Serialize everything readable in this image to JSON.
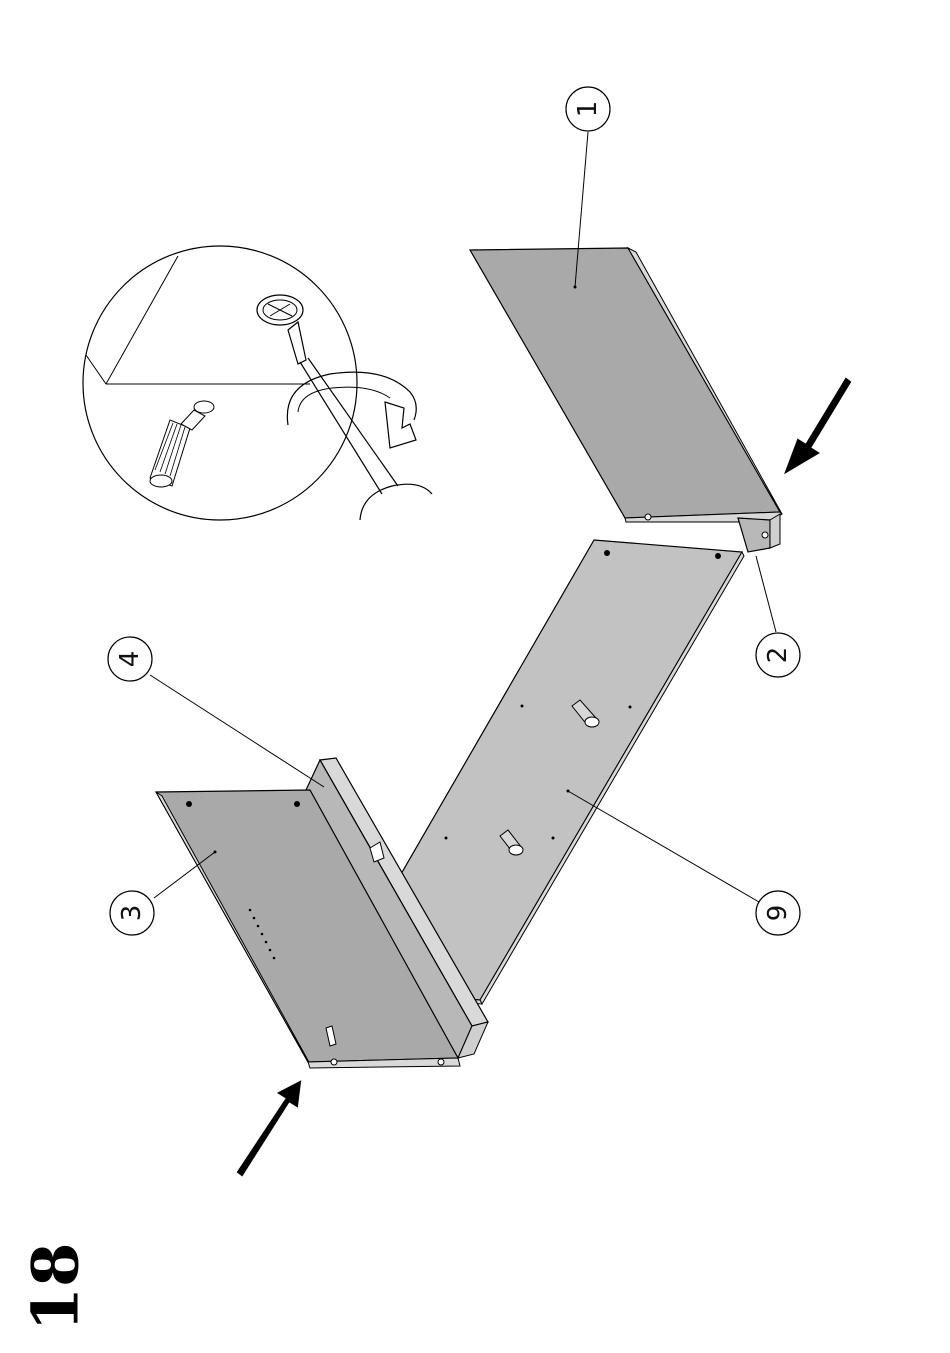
{
  "step": {
    "number": "18"
  },
  "callouts": [
    {
      "id": "part-1",
      "label": "1"
    },
    {
      "id": "part-2",
      "label": "2"
    },
    {
      "id": "part-3",
      "label": "3"
    },
    {
      "id": "part-4",
      "label": "4"
    },
    {
      "id": "part-9",
      "label": "9"
    }
  ],
  "colors": {
    "panel_dark": "#a9a9a9",
    "panel_light": "#c2c2c2",
    "edge": "#d9d9d9",
    "line": "#000000"
  },
  "icons": [
    "screwdriver-icon",
    "rotation-arrow-icon",
    "cam-lock-icon",
    "assembly-arrow-icon"
  ]
}
